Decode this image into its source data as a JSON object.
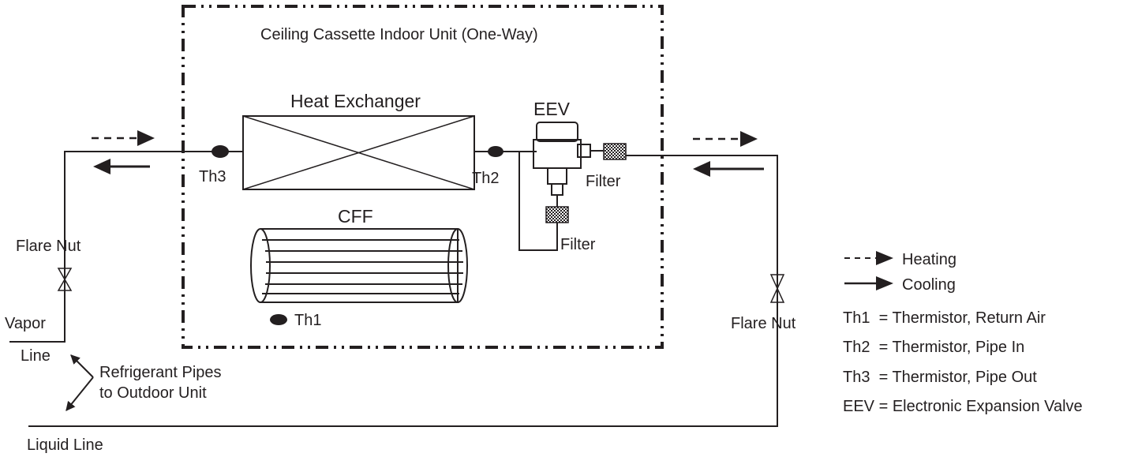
{
  "unit_title": "Ceiling Cassette Indoor Unit (One-Way)",
  "components": {
    "heat_exchanger": "Heat Exchanger",
    "eev": "EEV",
    "cff": "CFF",
    "filter": "Filter"
  },
  "sensors": {
    "th1": "Th1",
    "th2": "Th2",
    "th3": "Th3"
  },
  "pipes": {
    "flare_nut": "Flare Nut",
    "vapor_line_1": "Vapor",
    "vapor_line_2": "Line",
    "liquid_line": "Liquid Line",
    "refrigerant_1": "Refrigerant Pipes",
    "refrigerant_2": "to Outdoor Unit"
  },
  "legend": {
    "heating": "Heating",
    "cooling": "Cooling",
    "th1": "Th1  = Thermistor, Return Air",
    "th2": "Th2  = Thermistor, Pipe In",
    "th3": "Th3  = Thermistor, Pipe Out",
    "eev": "EEV = Electronic Expansion Valve"
  },
  "colors": {
    "ink": "#231f20",
    "background": "#ffffff"
  }
}
